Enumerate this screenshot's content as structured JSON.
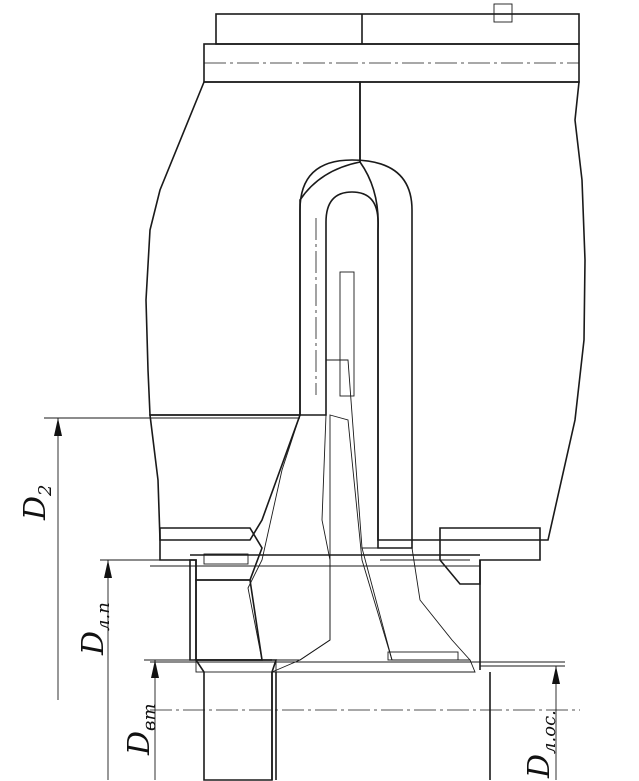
{
  "drawing": {
    "dimensions": [
      {
        "id": "d2",
        "main": "D",
        "sub": "2"
      },
      {
        "id": "dln",
        "main": "D",
        "sub": "л.п"
      },
      {
        "id": "dvt",
        "main": "D",
        "sub": "вт"
      },
      {
        "id": "dlos",
        "main": "D",
        "sub": "л.ос."
      }
    ]
  }
}
